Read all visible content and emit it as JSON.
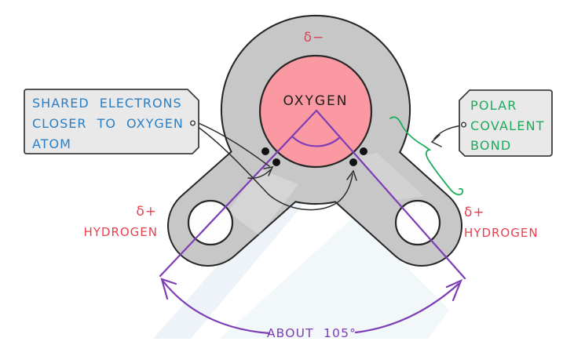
{
  "molecule": {
    "oxygen": {
      "label": "OXYGEN",
      "charge": "δ−"
    },
    "hydrogen_left": {
      "charge": "δ+",
      "label": "HYDROGEN"
    },
    "hydrogen_right": {
      "charge": "δ+",
      "label": "HYDROGEN"
    }
  },
  "callouts": {
    "shared_electrons": {
      "line1": "SHARED ELECTRONS",
      "line2": "CLOSER TO OXYGEN",
      "line3": "ATOM"
    },
    "polar_bond": {
      "line1": "POLAR",
      "line2": "COVALENT",
      "line3": "BOND"
    }
  },
  "angle": {
    "label": "ABOUT 105°"
  },
  "colors": {
    "body": "#c7c7c7",
    "outline": "#262626",
    "oxygen_fill": "#fa99a2",
    "hole_fill": "#fdfdfd",
    "delta_minus_text": "#d9455a",
    "red_text": "#e8404e",
    "blue_text": "#2b7fc5",
    "green_text": "#1fa95c",
    "green_brace": "#21ac5c",
    "purple": "#7d3db5",
    "ink": "#2e2e2e",
    "box_fill": "#e9e9e9",
    "box_border": "#3f3f3f",
    "watermark": "#edf3f8",
    "electron_dot": "#111111"
  }
}
